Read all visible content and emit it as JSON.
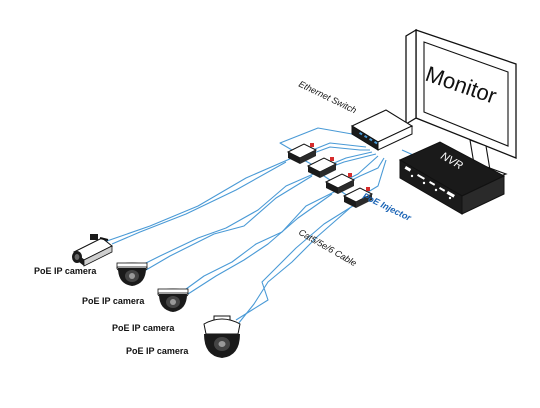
{
  "labels": {
    "monitor": "Monitor",
    "nvr": "NVR",
    "ethernet_switch": "Ethernet Switch",
    "poe_injector": "PoE Injector",
    "cable": "Cat5/5e/6 Cable",
    "cameras": [
      "PoE IP camera",
      "PoE IP camera",
      "PoE IP camera",
      "PoE IP camera"
    ]
  },
  "colors": {
    "cable": "#4a9ad6",
    "injector_label": "#1b64b5",
    "device_dark": "#1a1a1a",
    "device_light": "#ffffff"
  },
  "icons": {
    "monitor": "monitor-icon",
    "nvr": "nvr-recorder-icon",
    "switch": "ethernet-switch-icon",
    "injector": "poe-injector-icon",
    "bullet_camera": "bullet-camera-icon",
    "dome_camera": "dome-camera-icon",
    "ptz_camera": "ptz-dome-camera-icon"
  }
}
